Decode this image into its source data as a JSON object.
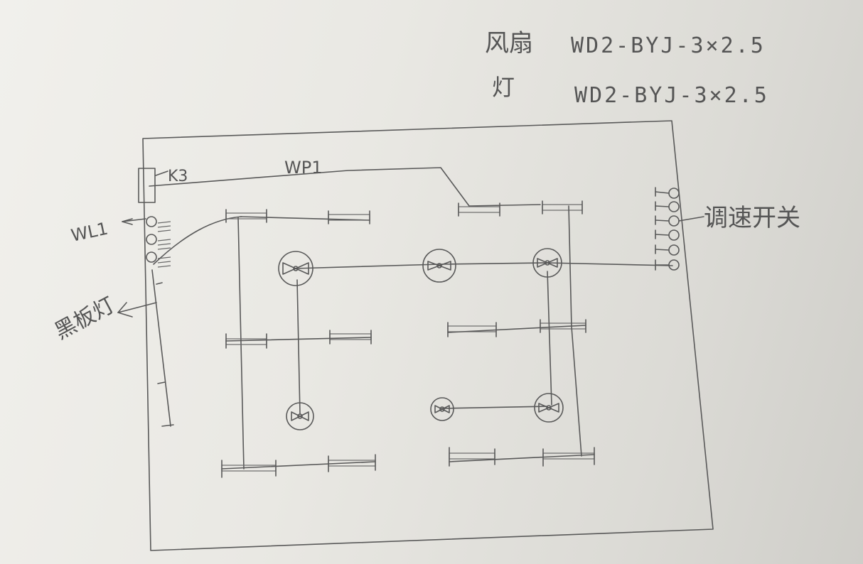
{
  "legend": {
    "row1": {
      "label": "风扇",
      "spec": "WD2-BYJ-3×2.5"
    },
    "row2": {
      "label": "灯",
      "spec": "WD2-BYJ-3×2.5"
    }
  },
  "labels": {
    "k3": "K3",
    "wp1": "WP1",
    "wl1": "WL1",
    "blackboard_light": "黑板灯",
    "speed_switch": "调速开关"
  },
  "colors": {
    "ink": "#595959",
    "paper": "#eceae5"
  }
}
